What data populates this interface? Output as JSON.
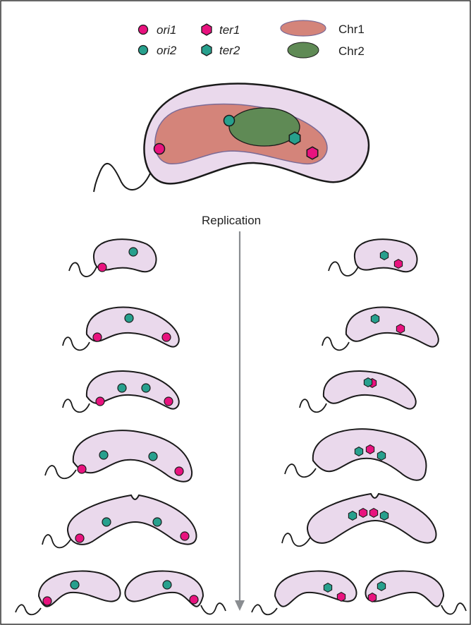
{
  "legend": {
    "ori1": "ori1",
    "ori2": "ori2",
    "ter1": "ter1",
    "ter2": "ter2",
    "chr1": "Chr1",
    "chr2": "Chr2"
  },
  "arrow_label": "Replication",
  "colors": {
    "ori1": "#e8127e",
    "ori2_ter2": "#27a08d",
    "ter1": "#e8127e",
    "chr1": "#d4847a",
    "chr2": "#5f8a55",
    "cell": "#ead9ec",
    "outline": "#1a1a1a",
    "arrow": "#8a8d91"
  },
  "icons": [
    "ori1-circle-icon",
    "ori2-circle-icon",
    "ter1-hexagon-icon",
    "ter2-hexagon-icon",
    "chr1-ellipse-icon",
    "chr2-ellipse-icon"
  ],
  "stages": {
    "left_column": "origin (ori1/ori2) localization during replication",
    "right_column": "terminus (ter1/ter2) localization during replication"
  }
}
